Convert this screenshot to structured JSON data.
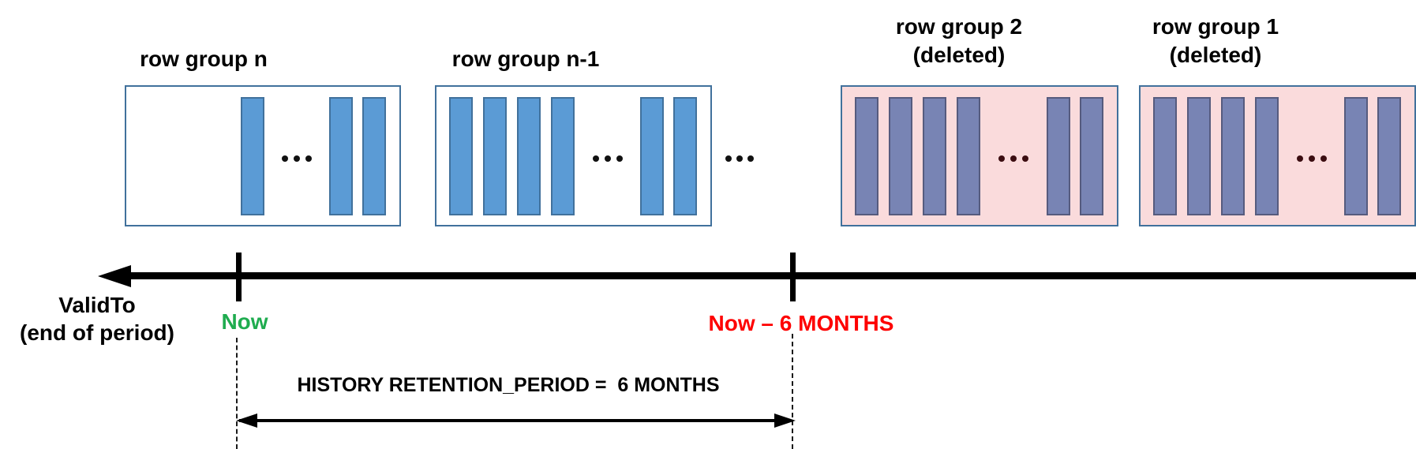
{
  "row_groups": [
    {
      "label": "row group n",
      "sublabel": "",
      "deleted": false,
      "bars_leading": 1,
      "bars_trailing": 2,
      "ellipsis": "•••"
    },
    {
      "label": "row group n-1",
      "sublabel": "",
      "deleted": false,
      "bars_leading": 4,
      "bars_trailing": 2,
      "ellipsis": "•••"
    },
    {
      "label": "row group 2",
      "sublabel": "(deleted)",
      "deleted": true,
      "bars_leading": 4,
      "bars_trailing": 2,
      "ellipsis": "•••"
    },
    {
      "label": "row group 1",
      "sublabel": "(deleted)",
      "deleted": true,
      "bars_leading": 4,
      "bars_trailing": 2,
      "ellipsis": "•••"
    }
  ],
  "ellipsis_between_groups": "•••",
  "axis_label_line1": "ValidTo",
  "axis_label_line2": "(end of period)",
  "marker_now": "Now",
  "marker_now_minus_6_months": "Now – 6 MONTHS",
  "retention_label": "HISTORY RETENTION_PERIOD =  6 MONTHS",
  "colors": {
    "active_bar": "#5B9BD5",
    "active_bar_border": "#41719C",
    "deleted_bar": "#7884B4",
    "deleted_bar_border": "#565B7E",
    "deleted_box_fill": "#FADBDC",
    "box_border": "#41719C",
    "now_green": "#1FAC4F",
    "warning_red": "#FE0000",
    "deleted_ellipsis": "#3B0D11",
    "normal_ellipsis": "#111111"
  }
}
